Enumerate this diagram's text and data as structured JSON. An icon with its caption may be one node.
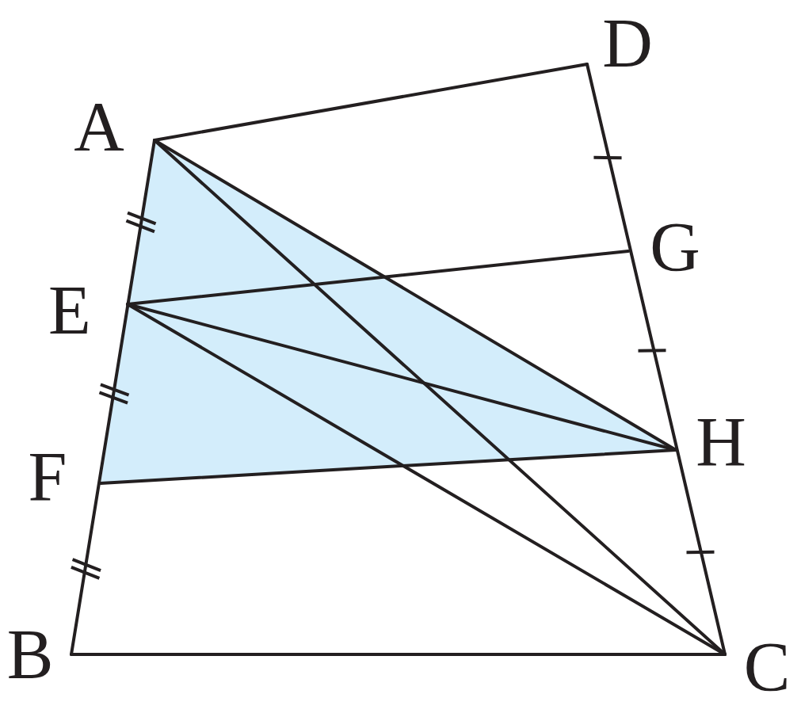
{
  "diagram": {
    "labels": [
      "D",
      "A",
      "G",
      "E",
      "H",
      "F",
      "B",
      "C"
    ]
  }
}
